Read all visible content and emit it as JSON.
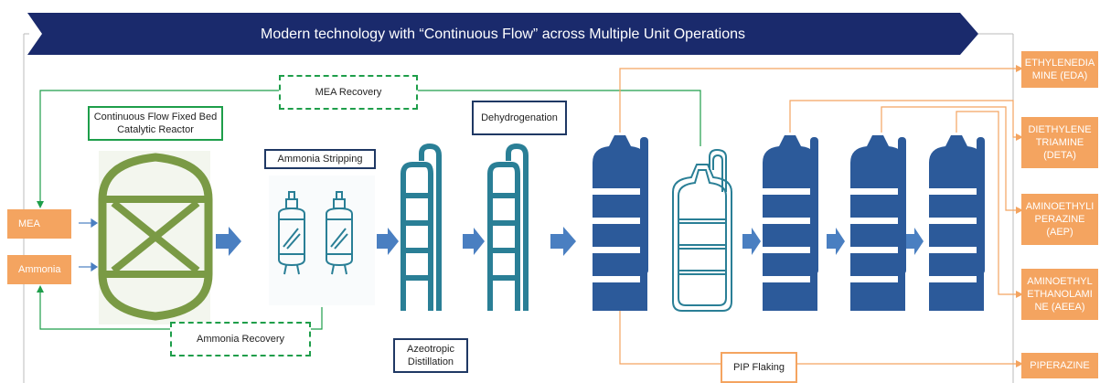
{
  "banner": {
    "title": "Modern technology with “Continuous Flow” across Multiple Unit Operations",
    "color": "#1a2a6c"
  },
  "inputs": {
    "mea": "MEA",
    "ammonia": "Ammonia"
  },
  "units": {
    "reactor": "Continuous Flow Fixed Bed Catalytic Reactor",
    "mea_recovery": "MEA Recovery",
    "ammonia_recovery": "Ammonia Recovery",
    "ammonia_stripping": "Ammonia Stripping",
    "dehydrogenation": "Dehydrogenation",
    "azeotropic": "Azeotropic\nDistillation",
    "pip_flaking": "PIP Flaking"
  },
  "products": [
    "ETHYLENEDIA\nMINE (EDA)",
    "DIETHYLENE\nTRIAMINE\n(DETA)",
    "AMINOETHYLI\nPERAZINE\n(AEP)",
    "AMINOETHYL\nETHANOLAMI\nNE (AEEA)",
    "PIPERAZINE"
  ],
  "colors": {
    "orange": "#f4a460",
    "green": "#1e9e4a",
    "olive": "#7a9a45",
    "teal": "#2a7f96",
    "navy_col": "#2c5a9a",
    "arrow": "#4a7fc1"
  }
}
